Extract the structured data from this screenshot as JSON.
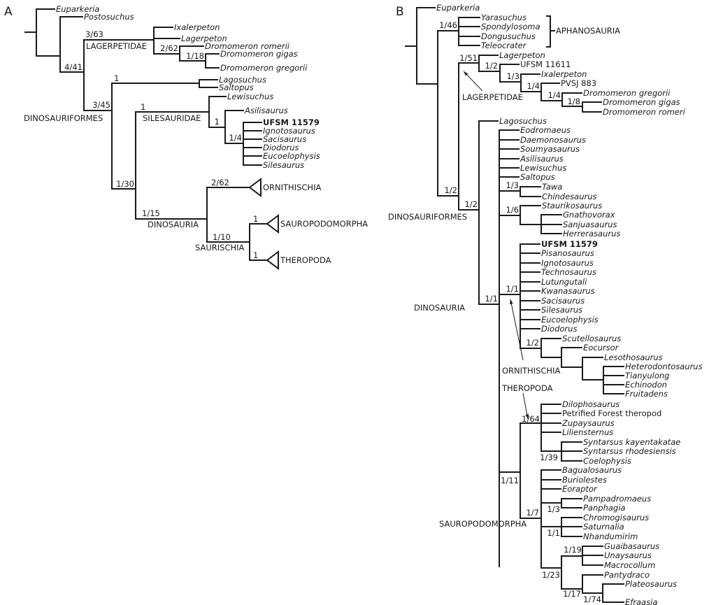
{
  "panels": {
    "A": {
      "label": "A",
      "tips": {
        "euparkeria": "Euparkeria",
        "postosuchus": "Postosuchus",
        "ixalerpeton": "Ixalerpeton",
        "lagerpeton": "Lagerpeton",
        "d_romerii": "Dromomeron romerii",
        "d_gigas": "Dromomeron gigas",
        "d_gregorii": "Dromomeron gregorii",
        "lagosuchus": "Lagosuchus",
        "saltopus": "Saltopus",
        "lewisuchus": "Lewisuchus",
        "asilisaurus": "Asilisaurus",
        "ufsm11579": "UFSM 11579",
        "ignotosaurus": "Ignotosaurus",
        "sacisaurus": "Sacisaurus",
        "diodorus": "Diodorus",
        "eucoelophysis": "Eucoelophysis",
        "silesaurus": "Silesaurus"
      },
      "collapsed": {
        "ornithischia": "ORNITHISCHIA",
        "sauropodomorpha": "SAUROPODOMORPHA",
        "theropoda": "THEROPODA"
      },
      "clades": {
        "lagerpetidae": "LAGERPETIDAE",
        "dinosauriformes": "DINOSAURIFORMES",
        "silesauridae": "SILESAURIDAE",
        "dinosauria": "DINOSAURIA",
        "saurischia": "SAURISCHIA"
      },
      "support": {
        "lagerpetidae": "3/63",
        "dromo": "2/62",
        "dromo_gg": "1/18",
        "n441": "4/41",
        "dinosauriformes": "3/45",
        "lago_salt": "1",
        "silesauridae": "1",
        "sil_inner": "1",
        "sil_poly": "1/4",
        "n130": "1/30",
        "dinosauria": "1/15",
        "ornithischia": "2/62",
        "saurischia": "1/10",
        "sauropodomorpha": "1",
        "theropoda": "1"
      }
    },
    "B": {
      "label": "B",
      "tips": {
        "euparkeria": "Euparkeria",
        "yarasuchus": "Yarasuchus",
        "spondylosoma": "Spondylosoma",
        "dongusuchus": "Dongusuchus",
        "teleocrater": "Teleocrater",
        "lagerpeton": "Lagerpeton",
        "ufsm11611": "UFSM 11611",
        "ixalerpeton": "Ixalerpeton",
        "pvsj883": "PVSJ 883",
        "d_gregorii": "Dromomeron gregorii",
        "d_gigas": "Dromomeron gigas",
        "d_romeri": "Dromomeron romeri",
        "lagosuchus": "Lagosuchus",
        "eodromaeus": "Eodromaeus",
        "daemonosaurus": "Daemonosaurus",
        "soumyasaurus": "Soumyasaurus",
        "asilisaurus": "Asilisaurus",
        "lewisuchus": "Lewisuchus",
        "saltopus": "Saltopus",
        "tawa": "Tawa",
        "chindesaurus": "Chindesaurus",
        "staurikosaurus": "Staurikosaurus",
        "gnathovorax": "Gnathovorax",
        "sanjuasaurus": "Sanjuasaurus",
        "herrerasaurus": "Herrerasaurus",
        "ufsm11579": "UFSM 11579",
        "pisanosaurus": "Pisanosaurus",
        "ignotosaurus": "Ignotosaurus",
        "technosaurus": "Technosaurus",
        "lutungutali": "Lutungutali",
        "kwanasaurus": "Kwanasaurus",
        "sacisaurus": "Sacisaurus",
        "silesaurus": "Silesaurus",
        "eucoelophysis": "Eucoelophysis",
        "diodorus": "Diodorus",
        "scutellosaurus": "Scutellosaurus",
        "eocursor": "Eocursor",
        "lesothosaurus": "Lesothosaurus",
        "heterodontosaurus": "Heterodontosaurus",
        "tianyulong": "Tianyulong",
        "echinodon": "Echinodon",
        "fruitadens": "Fruitadens",
        "dilophosaurus": "Dilophosaurus",
        "petrified": "Petrified Forest theropod",
        "zupaysaurus": "Zupaysaurus",
        "liliensternus": "Liliensternus",
        "s_kayentakatae": "Syntarsus kayentakatae",
        "s_rhodesiensis": "Syntarsus rhodesiensis",
        "coelophysis": "Coelophysis",
        "bagualosaurus": "Bagualosaurus",
        "buriolestes": "Buriolestes",
        "eoraptor": "Eoraptor",
        "pampadromaeus": "Pampadromaeus",
        "panphagia": "Panphagia",
        "chromogisaurus": "Chromogisaurus",
        "saturnalia": "Saturnalia",
        "nhandumirim": "Nhandumirim",
        "guaibasaurus": "Guaibasaurus",
        "unaysaurus": "Unaysaurus",
        "macrocollum": "Macrocollum",
        "pantydraco": "Pantydraco",
        "plateosaurus": "Plateosaurus",
        "efraasia": "Efraasia"
      },
      "clades": {
        "aphanosauria": "APHANOSAURIA",
        "lagerpetidae": "LAGERPETIDAE",
        "dinosauriformes": "DINOSAURIFORMES",
        "dinosauria": "DINOSAURIA",
        "ornithischia": "ORNITHISCHIA",
        "theropoda": "THEROPODA",
        "sauropodomorpha": "SAUROPODOMORPHA"
      },
      "support": {
        "aphanosauria": "1/46",
        "lagerpetidae": "1/51",
        "l2": "1/2",
        "l3": "1/3",
        "l4a": "1/4",
        "l4b": "1/4",
        "l8": "1/8",
        "n12a": "1/2",
        "dinosauriformes": "1/2",
        "dinosauria": "1/1",
        "tawa": "1/3",
        "herrera": "1/6",
        "ornith": "1/1",
        "ornith2": "1/2",
        "theropoda": "1/64",
        "syntarsus": "1/39",
        "saurischia": "1/11",
        "sauropodomorpha": "1/7",
        "pamp": "1/3",
        "chrom": "1/1",
        "guaib": "1/19",
        "plateo_big": "1/23",
        "panty": "1/17",
        "plateo": "1/74"
      }
    }
  }
}
